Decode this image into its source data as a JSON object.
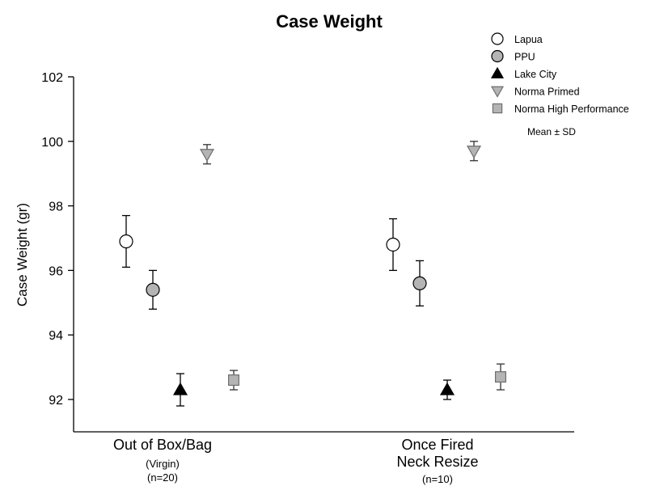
{
  "chart_data": {
    "type": "scatter",
    "title": "Case Weight",
    "ylabel": "Case Weight (gr)",
    "ylim": [
      91,
      102
    ],
    "yticks": [
      "92",
      "94",
      "96",
      "98",
      "100",
      "102"
    ],
    "note": "Mean ± SD",
    "groups": [
      {
        "label": "Out of Box/Bag",
        "sub": [
          "(Virgin)",
          "(n=20)"
        ]
      },
      {
        "label_lines": [
          "Once Fired",
          "Neck Resize"
        ],
        "sub": [
          "(n=10)"
        ]
      }
    ],
    "series": [
      {
        "name": "Lapua",
        "marker": "circle",
        "color": "#ffffff",
        "means": [
          96.9,
          96.8
        ],
        "sd": [
          0.8,
          0.8
        ]
      },
      {
        "name": "PPU",
        "marker": "circle",
        "color": "#b4b4b4",
        "means": [
          95.4,
          95.6
        ],
        "sd": [
          0.6,
          0.7
        ]
      },
      {
        "name": "Lake City",
        "marker": "triangle-up",
        "color": "#000000",
        "means": [
          92.3,
          92.3
        ],
        "sd": [
          0.5,
          0.3
        ]
      },
      {
        "name": "Norma Primed",
        "marker": "triangle-down",
        "color": "#b4b4b4",
        "means": [
          99.6,
          99.7
        ],
        "sd": [
          0.3,
          0.3
        ]
      },
      {
        "name": "Norma High Performance",
        "marker": "square",
        "color": "#b4b4b4",
        "means": [
          92.6,
          92.7
        ],
        "sd": [
          0.3,
          0.4
        ]
      }
    ]
  }
}
